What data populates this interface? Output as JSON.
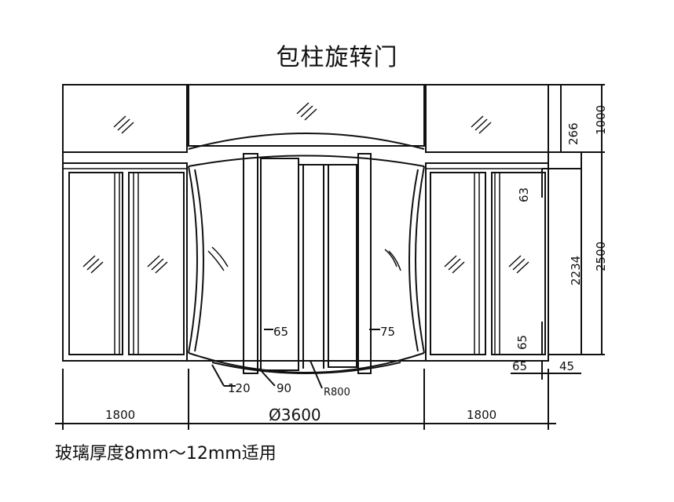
{
  "title": "包柱旋转门",
  "note": "玻璃厚度8mm～12mm适用",
  "dimensions": {
    "left_width": "1800",
    "center_diameter": "Ø3600",
    "right_width": "1800",
    "transom_height": "266",
    "top_height": "1000",
    "door_height": "2234",
    "total_height": "2500",
    "gap_63": "63",
    "gap_65_vertical": "65",
    "gap_65_horizontal": "65",
    "gap_45": "45",
    "wing_65": "65",
    "wing_75": "75",
    "base_120": "120",
    "post_90": "90",
    "radius_800": "R800"
  },
  "colors": {
    "line": "#111111",
    "background": "#ffffff"
  }
}
